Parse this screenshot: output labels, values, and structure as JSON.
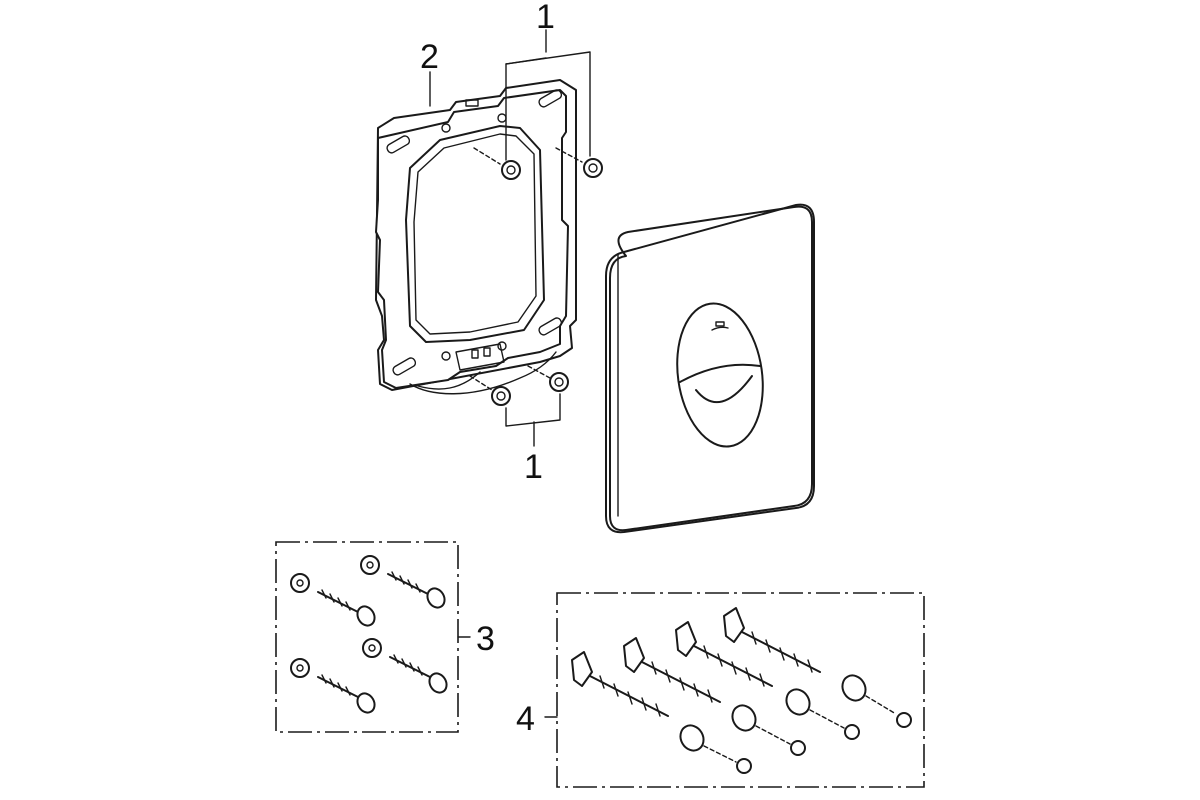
{
  "callouts": {
    "screws_top": "1",
    "mounting_frame": "2",
    "screws_bottom": "1",
    "anchor_screw_kit": "3",
    "extension_bolt_kit": "4"
  }
}
